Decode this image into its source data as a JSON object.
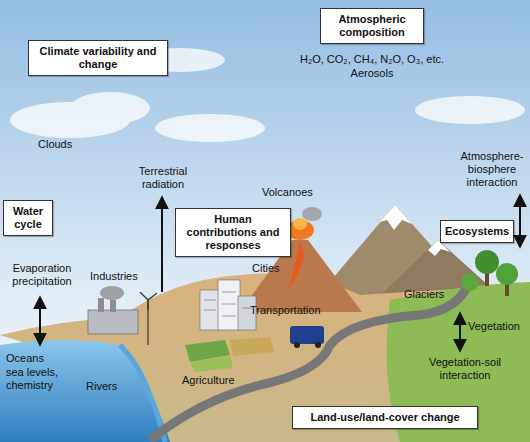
{
  "diagram": {
    "nodes": [
      {
        "text": [
          "Climate variability and change"
        ]
      },
      {
        "text": [
          "Atmospheric composition"
        ]
      },
      {
        "text": [
          "Water cycle"
        ]
      },
      {
        "text": [
          "Human contributions and responses"
        ]
      },
      {
        "text": [
          "Ecosystems"
        ]
      },
      {
        "text": [
          "Land-use/land-cover change"
        ]
      }
    ],
    "labels": [
      "H₂O, CO₂, CH₄, N₂O, O₃, etc.",
      "Aerosols",
      "Clouds",
      "Terrestrial radiation",
      "Volcanoes",
      "Atmosphere-biosphere interaction",
      "Evaporation precipitation",
      "Industries",
      "Cities",
      "Transportation",
      "Glaciers",
      "Oceans",
      "sea levels, chemistry",
      "Rivers",
      "Agriculture",
      "Vegetation",
      "Vegetation-soil interaction"
    ]
  }
}
